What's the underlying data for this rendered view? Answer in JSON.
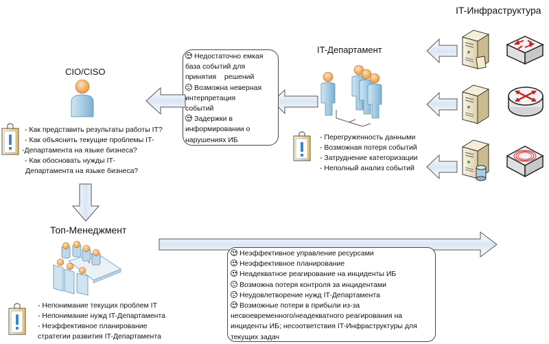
{
  "cio": {
    "title": "CIO/CISO",
    "questions": [
      "- Как представить результаты работы IT?",
      "- Как объяснить текущие проблемы IT-",
      "-Департамента на языке бизнеса?",
      "- Как обосновать нужды IT-",
      "Департамента на языке бизнеса?"
    ]
  },
  "it_department": {
    "title": "IT-Департамент",
    "problems": [
      "- Перегруженность данными",
      "- Возможная потеря событий",
      "- Затруднение категоризации",
      "- Неполный анализ событий"
    ]
  },
  "infrastructure": {
    "title": "IT-Инфраструктура",
    "devices": [
      {
        "server": "server-with-document-icon",
        "device": "network-switch-icon"
      },
      {
        "server": "server-icon",
        "device": "router-icon"
      },
      {
        "server": "server-with-database-icon",
        "device": "firewall-appliance-icon"
      }
    ]
  },
  "middle_box": {
    "items": [
      [
        "Недостаточно емкая",
        "база событий для",
        "принятия    решений"
      ],
      [
        "Возможна неверная",
        "интерпретация",
        "событий"
      ],
      [
        "Задержки в",
        "информировании о",
        "нарушениях ИБ"
      ]
    ]
  },
  "top_management": {
    "title": "Топ-Менеджмент",
    "problems": [
      "- Непонимание текущих проблем IT",
      "- Непонимание нужд IT-Департамента",
      "- Неэффективное планирование",
      "стратегии развития IT-Департамента"
    ]
  },
  "consequences_box": {
    "items": [
      [
        "Неэффективное управление ресурсами"
      ],
      [
        "Неэффективное планирование"
      ],
      [
        "Неадекватное реагирование на инциденты ИБ"
      ],
      [
        "Возможна потеря контроля за инцидентами"
      ],
      [
        "Неудовлетворение нужд IT-Департамента"
      ],
      [
        "Возможные потери в прибыли из-за",
        "несвоевременного/неадекватного реагирования на",
        "инциденты ИБ; несоответствия IT-Инфраструктуры для",
        "текущих задач"
      ]
    ]
  },
  "colors": {
    "arrow_fill": "#e4ecf7",
    "arrow_stroke": "#555555",
    "person_body": "#a9cfe6",
    "person_head": "#f0a860",
    "server": "#efe6cc",
    "device_arrow": "#cc2222"
  }
}
